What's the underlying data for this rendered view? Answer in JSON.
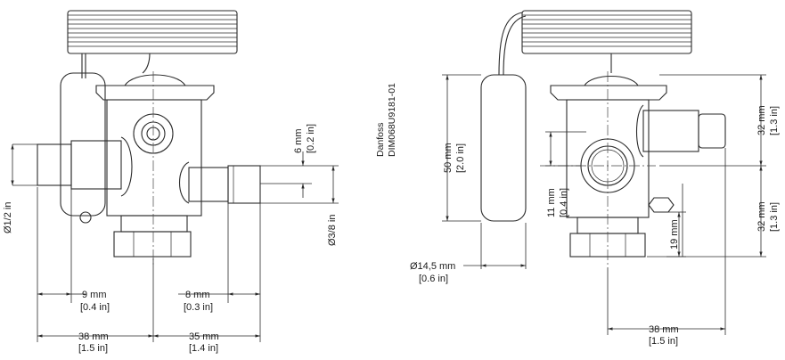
{
  "brand_label": {
    "company": "Danfoss",
    "drawing_id": "DIM068U9181-01"
  },
  "dimensions": {
    "left_dia_half": "Ø1/2 in",
    "left_9mm": "9 mm",
    "left_9mm_in": "[0.4 in]",
    "left_38mm": "38 mm",
    "left_38mm_in": "[1.5 in]",
    "left_35mm": "35 mm",
    "left_35mm_in": "[1.4 in]",
    "left_8mm": "8 mm",
    "left_8mm_in": "[0.3 in]",
    "left_6mm": "6 mm",
    "left_6mm_in": "[0.2 in]",
    "left_dia_38": "Ø3/8 in",
    "right_50mm": "50 mm",
    "right_50mm_in": "[2.0 in]",
    "right_dia145": "Ø14,5 mm",
    "right_dia145_in": "[0.6 in]",
    "right_11mm": "11 mm",
    "right_11mm_in": "[0.4 in]",
    "right_19mm": "19 mm",
    "right_32mm_top": "32 mm",
    "right_32mm_top_in": "[1.3 in]",
    "right_32mm_bot": "32 mm",
    "right_32mm_bot_in": "[1.3 in]",
    "right_38mm": "38 mm",
    "right_38mm_in": "[1.5 in]"
  },
  "colors": {
    "line": "#2a2a2a",
    "shade": "#d9d9d9",
    "shade_light": "#eeeeee"
  }
}
